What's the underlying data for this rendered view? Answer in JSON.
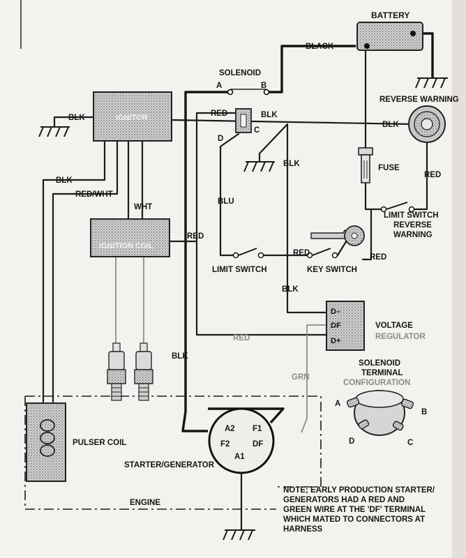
{
  "components": {
    "battery": "BATTERY",
    "solenoid": "SOLENOID",
    "ignitor": "IGNITOR",
    "reverse_warning": "REVERSE WARNING",
    "fuse": "FUSE",
    "ignition_coil": "IGNITION COIL",
    "limit_switch": "LIMIT SWITCH",
    "key_switch": "KEY SWITCH",
    "limit_switch_reverse": [
      "LIMIT SWITCH",
      "REVERSE",
      "WARNING"
    ],
    "voltage_regulator": [
      "VOLTAGE",
      "REGULATOR"
    ],
    "solenoid_terminal_config": [
      "SOLENOID",
      "TERMINAL",
      "CONFIGURATION"
    ],
    "pulser_coil": "PULSER COIL",
    "starter_generator": "STARTER/GENERATOR",
    "engine": "ENGINE"
  },
  "wires": {
    "black": "BLACK",
    "blk": "BLK",
    "red": "RED",
    "red_wht": "RED/WHT",
    "wht": "WHT",
    "blu": "BLU",
    "grn": "GRN"
  },
  "terminals": {
    "a": "A",
    "b": "B",
    "c": "C",
    "d": "D",
    "a1": "A1",
    "a2": "A2",
    "f1": "F1",
    "f2": "F2",
    "df": "DF",
    "d_minus": "D–",
    "df_reg": "DF",
    "d_plus": "D+"
  },
  "note": [
    "NOTE; EARLY PRODUCTION STARTER/",
    "GENERATORS HAD A RED AND",
    "GREEN WIRE AT THE 'DF' TERMINAL",
    "WHICH MATED TO CONNECTORS AT",
    "HARNESS"
  ]
}
